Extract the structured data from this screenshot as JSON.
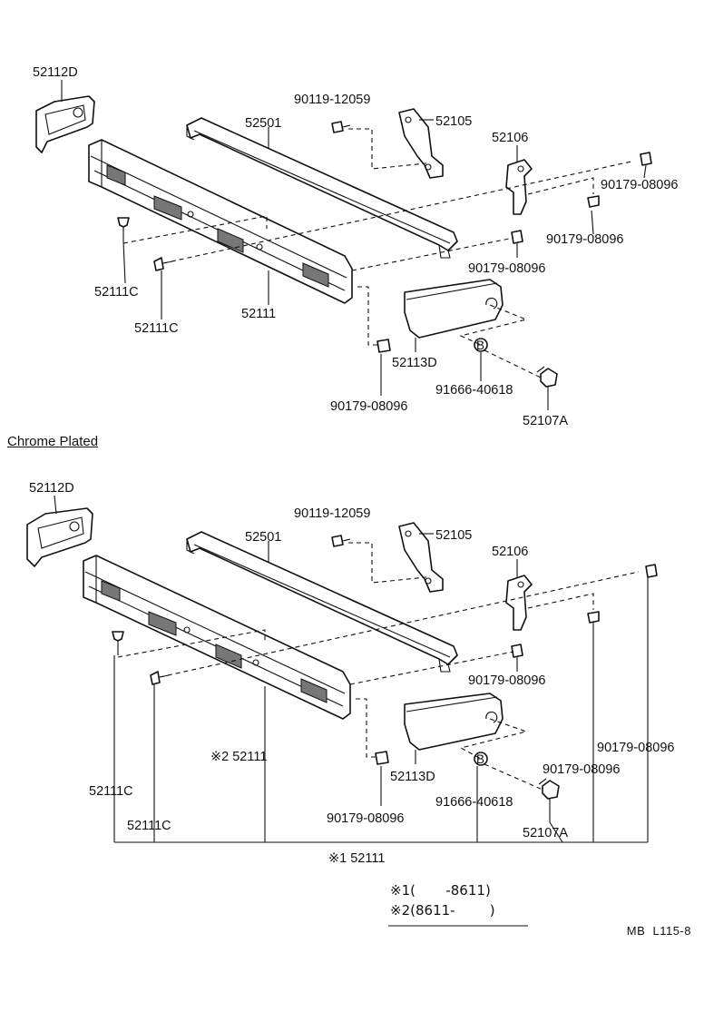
{
  "diagram1": {
    "labels": {
      "end_cover": "52112D",
      "bolt_top": "90119-12059",
      "reinforcement": "52501",
      "bracket_a": "52105",
      "bracket_b": "52106",
      "nut_right_top": "90179-08096",
      "nut_right_mid": "90179-08096",
      "nut_mid": "90179-08096",
      "bolt_left_a": "52111C",
      "bolt_left_b": "52111C",
      "bumper": "52111",
      "end_piece": "52113D",
      "clip": "91666-40618",
      "nut_bottom": "90179-08096",
      "retainer": "52107A",
      "b_marker": "B"
    }
  },
  "section_title": "Chrome Plated",
  "diagram2": {
    "labels": {
      "end_cover": "52112D",
      "bolt_top": "90119-12059",
      "reinforcement": "52501",
      "bracket_a": "52105",
      "bracket_b": "52106",
      "nut_mid": "90179-08096",
      "nut_right_a": "90179-08096",
      "nut_right_b": "90179-08096",
      "bumper_note": "※2 52111",
      "bolt_left_a": "52111C",
      "bolt_left_b": "52111C",
      "end_piece": "52113D",
      "clip": "91666-40618",
      "nut_bottom": "90179-08096",
      "retainer": "52107A",
      "assembly": "※1 52111",
      "b_marker": "B"
    }
  },
  "notes": {
    "note1_mark": "※1",
    "note1_range": "(       -8611)",
    "note2_mark": "※2",
    "note2_range": "(8611-        )"
  },
  "reference_code": "MB  L115-8"
}
